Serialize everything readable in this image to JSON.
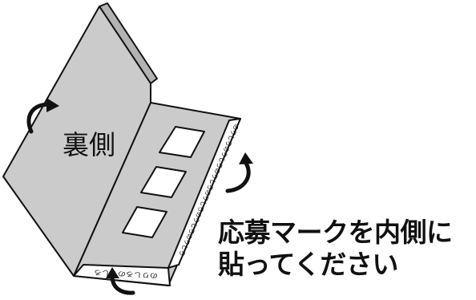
{
  "diagram": {
    "back_side_label": "裏側",
    "strip_text_right": "のりしろのりしろのりしろのりしろのりしろのりしろ",
    "strip_text_bottom": "のりしろのりしろ",
    "instruction_line1": "応募マークを内側に",
    "instruction_line2": "貼ってください",
    "colors": {
      "panel_fill": "#cbcbcb",
      "panel_edge": "#b3b3b3",
      "outline": "#111111",
      "window_fill": "#ffffff",
      "strip_fill": "#ffffff"
    }
  }
}
